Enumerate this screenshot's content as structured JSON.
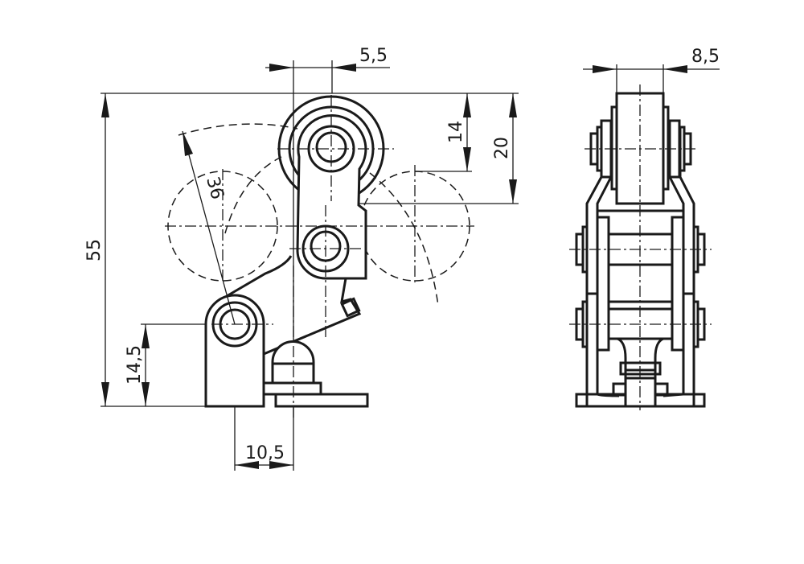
{
  "drawing": {
    "dimensions": {
      "roller_offset": "5,5",
      "roller_width": "8,5",
      "total_height": "55",
      "roller_center_height": "14",
      "pivot_height": "20",
      "base_pivot_height": "14,5",
      "base_pivot_offset": "10,5",
      "swing_radius": "36"
    }
  }
}
